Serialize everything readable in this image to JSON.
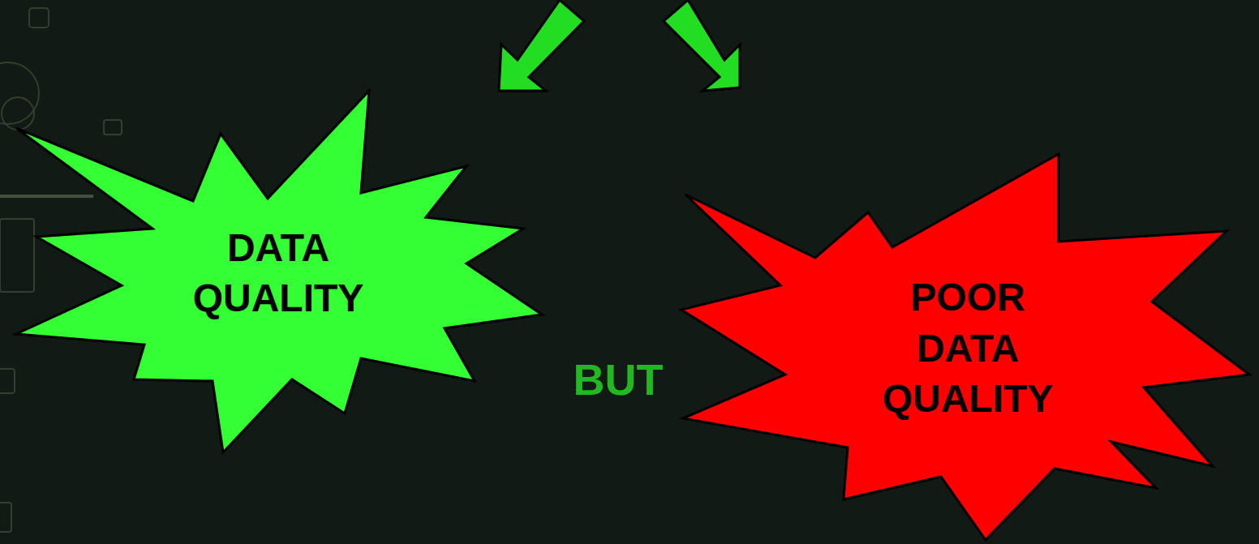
{
  "diagram": {
    "nodes": [
      {
        "text": [
          "DATA QUALITY"
        ]
      },
      {
        "text": [
          "POOR DATA QUALITY"
        ]
      }
    ],
    "labels": [
      "BUT"
    ]
  }
}
